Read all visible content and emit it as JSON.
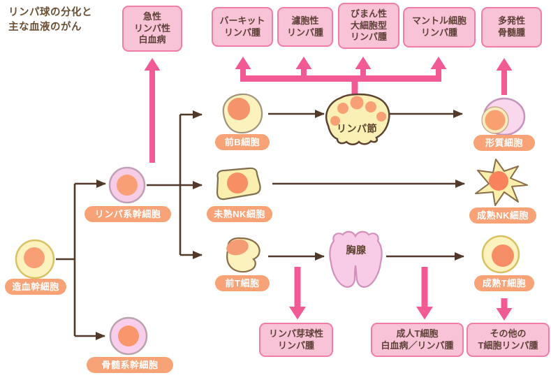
{
  "title": {
    "text": "リンパ球の分化と\n主な血液のがん"
  },
  "cancers": {
    "all": "急性\nリンパ性\n白血病",
    "burkitt": "バーキット\nリンパ腫",
    "follicular": "濾胞性\nリンパ腫",
    "dlbcl": "びまん性\n大細胞型\nリンパ腫",
    "mantle": "マントル細胞\nリンパ腫",
    "myeloma": "多発性\n骨髄腫",
    "lymphoblastic": "リンパ芽球性\nリンパ腫",
    "atll": "成人T細胞\n白血病／リンパ腫",
    "other_t": "その他の\nT細胞リンパ腫"
  },
  "cells": {
    "hsc": "造血幹細胞",
    "lymphoid_sc": "リンパ系幹細胞",
    "myeloid_sc": "骨髄系幹細胞",
    "pre_b": "前B細胞",
    "lymph_node": "リンパ節",
    "plasma": "形質細胞",
    "immature_nk": "未熟NK細胞",
    "mature_nk": "成熟NK細胞",
    "pre_t": "前T細胞",
    "thymus": "胸腺",
    "mature_t": "成熟T細胞"
  },
  "colors": {
    "cancer_box_fill": "#F8C3D7",
    "cancer_box_border": "#F07CA8",
    "cancer_box_text": "#5E4037",
    "cell_label_fill": "#F7A377",
    "cell_label_text": "#FFFFFF",
    "arrow_pink": "#F25A96",
    "line_brown": "#503928",
    "cell_yellow": "#FBF2BE",
    "cell_pink": "#F7CDE6",
    "nucleus_orange": "#F89F75",
    "title_text": "#6B4F35"
  }
}
